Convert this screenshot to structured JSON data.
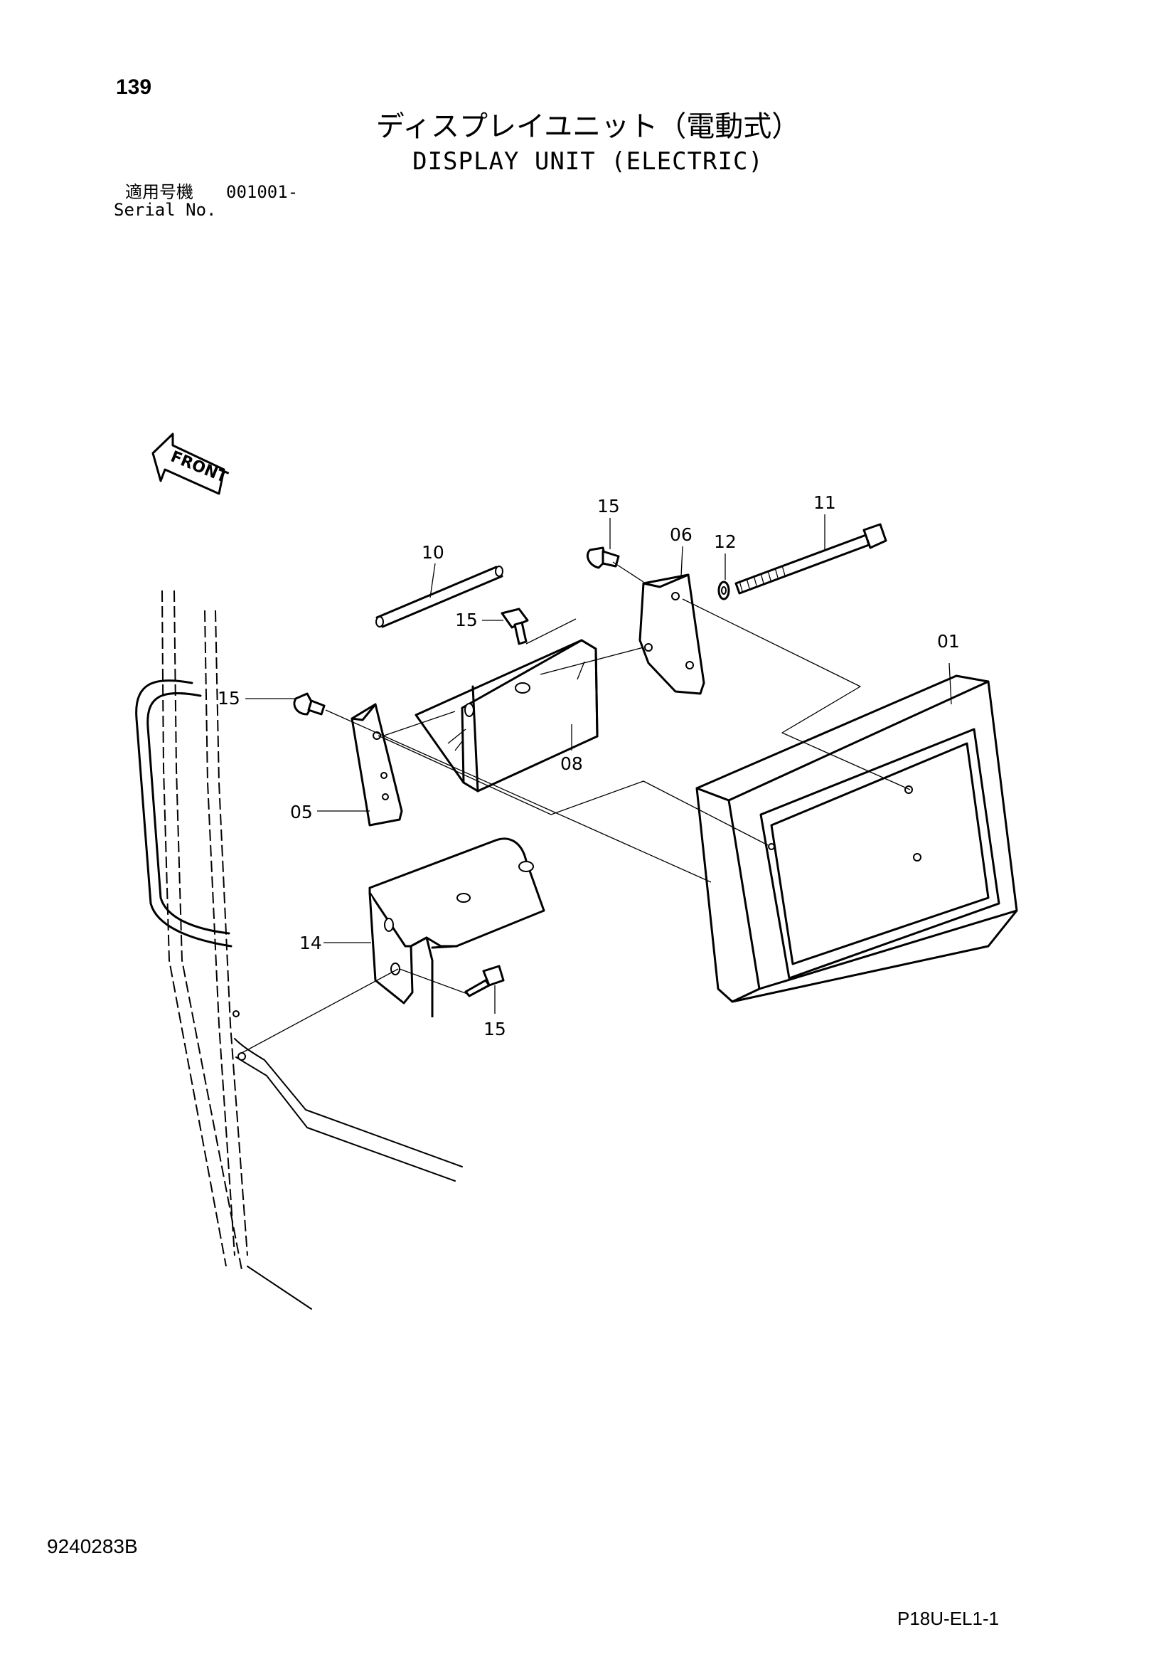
{
  "header": {
    "page_number": "139",
    "title_jp": "ディスプレイユニット（電動式）",
    "title_en": "DISPLAY UNIT (ELECTRIC)",
    "serial_label_jp": "適用号機",
    "serial_value": "001001-",
    "serial_label_en": "Serial No."
  },
  "diagram": {
    "front_label": "FRONT",
    "callouts": [
      "01",
      "05",
      "06",
      "08",
      "10",
      "11",
      "12",
      "14",
      "15",
      "15",
      "15",
      "15"
    ]
  },
  "footer": {
    "doc_code": "9240283B",
    "page_code": "P18U-EL1-1"
  }
}
